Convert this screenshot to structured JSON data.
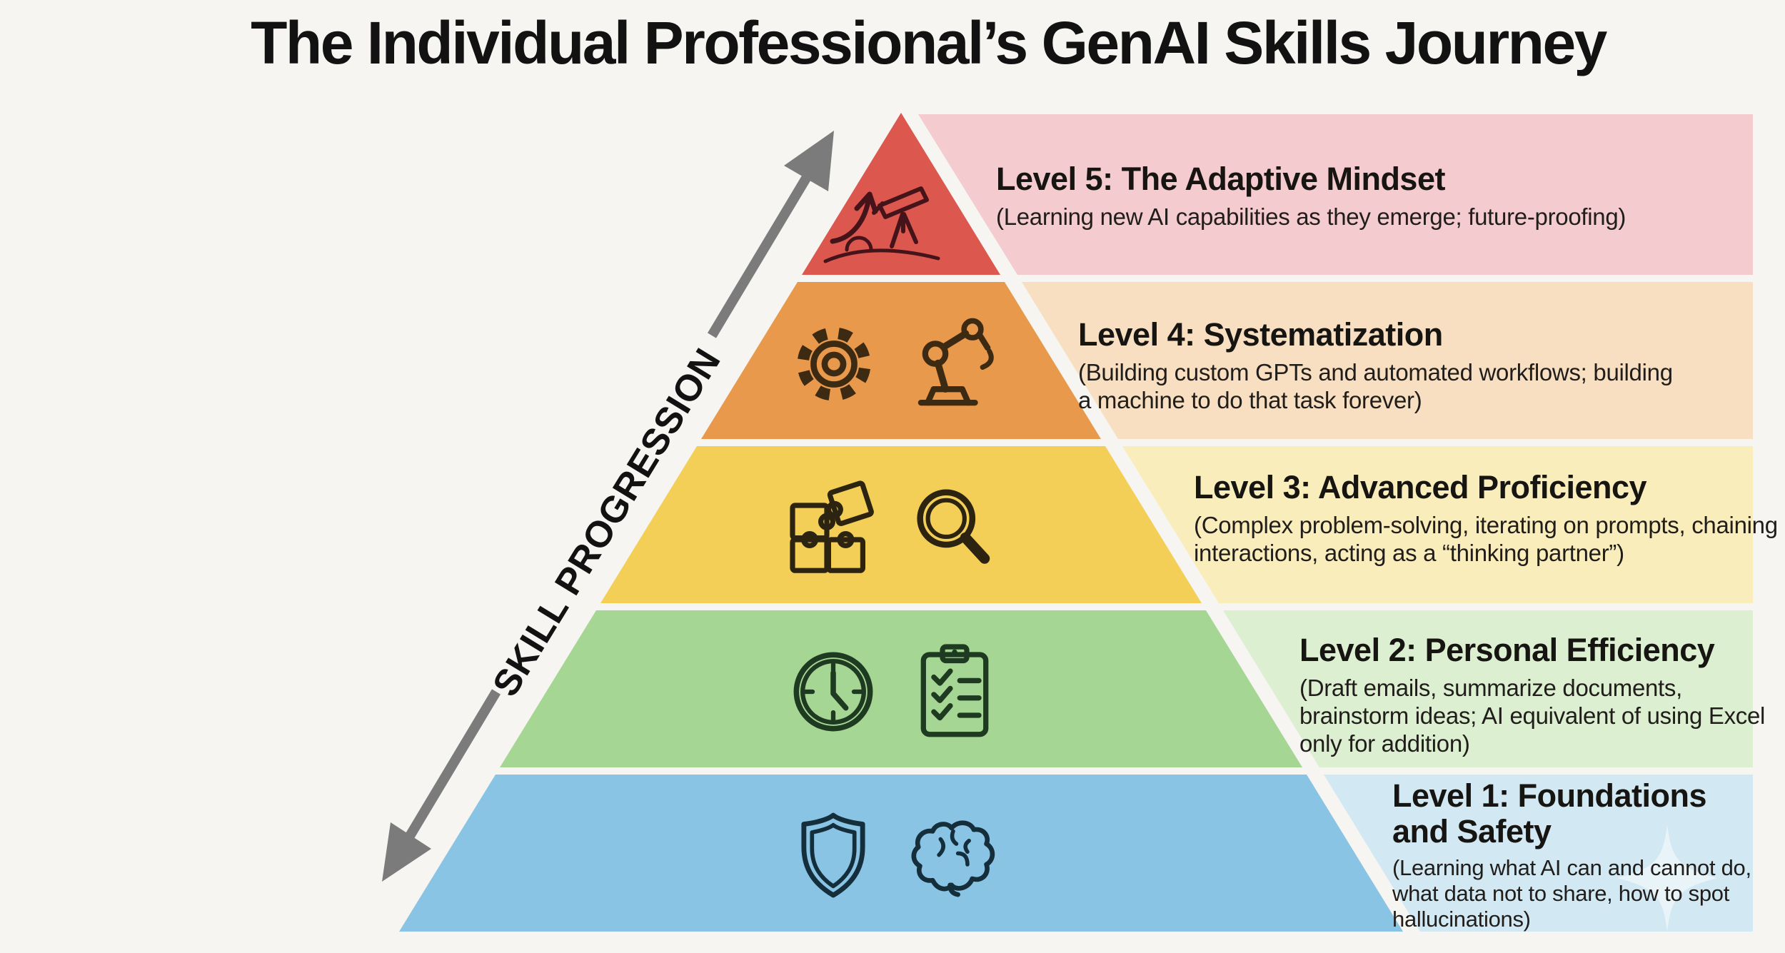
{
  "title": "The Individual Professional’s GenAI Skills Journey",
  "page": {
    "background": "#f6f5f1"
  },
  "axis": {
    "label": "SKILL PROGRESSION",
    "arrow_color": "#7b7b7b"
  },
  "sparkle": {
    "color": "#ffffff"
  },
  "levels": [
    {
      "number": "5",
      "heading": "Level 5: The Adaptive Mindset",
      "description": "(Learning new AI capabilities as they emerge; future-proofing)",
      "pyramid_color": "#dc574e",
      "band_color": "#f4cbce",
      "icon_color": "#45141a",
      "icons": [
        "curved-growth-arrow",
        "telescope",
        "horizon-hill"
      ]
    },
    {
      "number": "4",
      "heading": "Level 4: Systematization",
      "description": "(Building custom GPTs and automated workflows; building a machine to do that task forever)",
      "pyramid_color": "#e8994c",
      "band_color": "#f8dfc1",
      "icon_color": "#3d2a13",
      "icons": [
        "gear",
        "robot-arm"
      ]
    },
    {
      "number": "3",
      "heading": "Level 3: Advanced Proficiency",
      "description": "(Complex problem-solving, iterating on prompts, chaining interactions, acting as a “thinking partner”)",
      "pyramid_color": "#f3cf57",
      "band_color": "#faedbc",
      "icon_color": "#2c2410",
      "icons": [
        "puzzle-pieces",
        "magnifying-glass"
      ]
    },
    {
      "number": "2",
      "heading": "Level 2: Personal Efficiency",
      "description": "(Draft emails, summarize documents, brainstorm ideas; AI equivalent of using Excel only for addition)",
      "pyramid_color": "#a6d693",
      "band_color": "#dcefd1",
      "icon_color": "#1e3a20",
      "icons": [
        "clock",
        "checklist-clipboard"
      ]
    },
    {
      "number": "1",
      "heading": "Level 1: Foundations and Safety",
      "description": "(Learning what AI can and cannot do, what data not to share, how to spot hallucinations)",
      "pyramid_color": "#8ac4e4",
      "band_color": "#d2e8f3",
      "icon_color": "#152e3c",
      "icons": [
        "shield",
        "brain"
      ]
    }
  ]
}
